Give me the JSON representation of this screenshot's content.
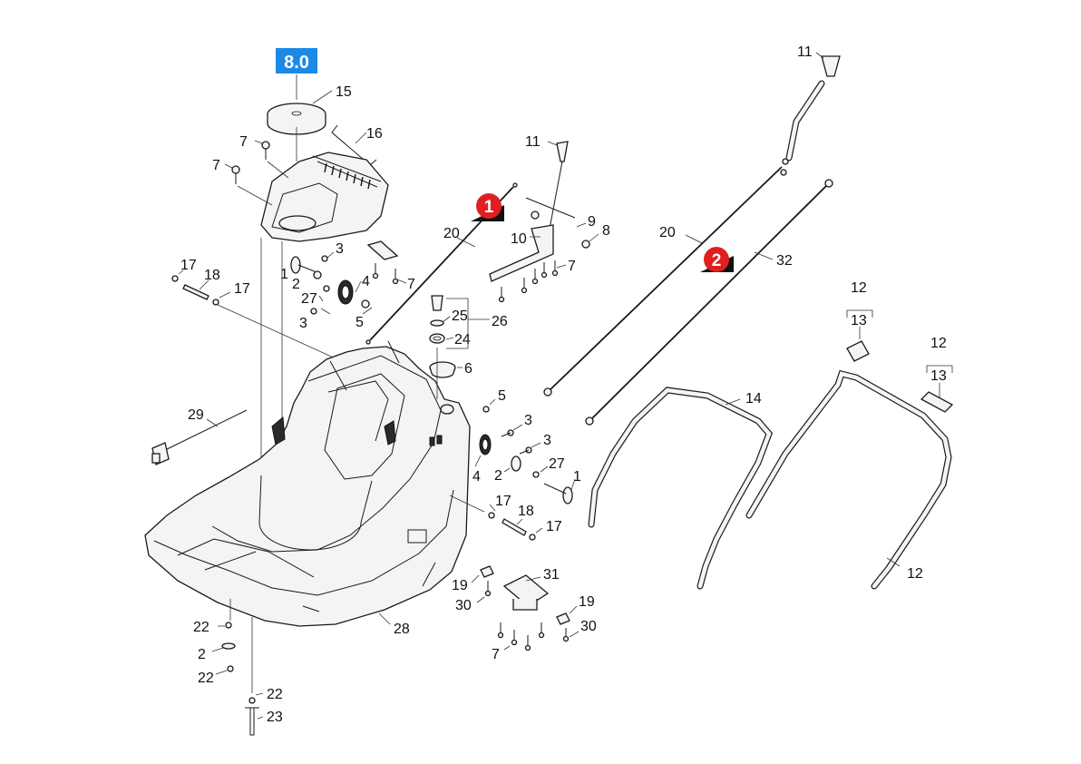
{
  "header_badge": "8.0",
  "callouts": {
    "c1": "1",
    "c2": "2"
  },
  "colors": {
    "badge_blue": "#1e88e5",
    "callout_red": "#e02020",
    "line": "#1a1a1a"
  },
  "part_labels": {
    "p15": "15",
    "p16": "16",
    "p7a": "7",
    "p7b": "7",
    "p7c": "7",
    "p7d": "7",
    "p7e": "7",
    "p3a": "3",
    "p3b": "3",
    "p3c": "3",
    "p3d": "3",
    "p1a": "1",
    "p1b": "1",
    "p2a": "2",
    "p2b": "2",
    "p2c": "2",
    "p4a": "4",
    "p4b": "4",
    "p27a": "27",
    "p27b": "27",
    "p5a": "5",
    "p5b": "5",
    "p17a": "17",
    "p17b": "17",
    "p17c": "17",
    "p17d": "17",
    "p18a": "18",
    "p18b": "18",
    "p11a": "11",
    "p11b": "11",
    "p20a": "20",
    "p20b": "20",
    "p10": "10",
    "p9": "9",
    "p8": "8",
    "p25": "25",
    "p26": "26",
    "p24": "24",
    "p6": "6",
    "p32": "32",
    "p12a": "12",
    "p13a": "13",
    "p12b": "12",
    "p13b": "13",
    "p12c": "12",
    "p14": "14",
    "p29": "29",
    "p28": "28",
    "p31": "31",
    "p19a": "19",
    "p30a": "30",
    "p19b": "19",
    "p30b": "30",
    "p22a": "22",
    "p22b": "22",
    "p22c": "22",
    "p23": "23"
  }
}
